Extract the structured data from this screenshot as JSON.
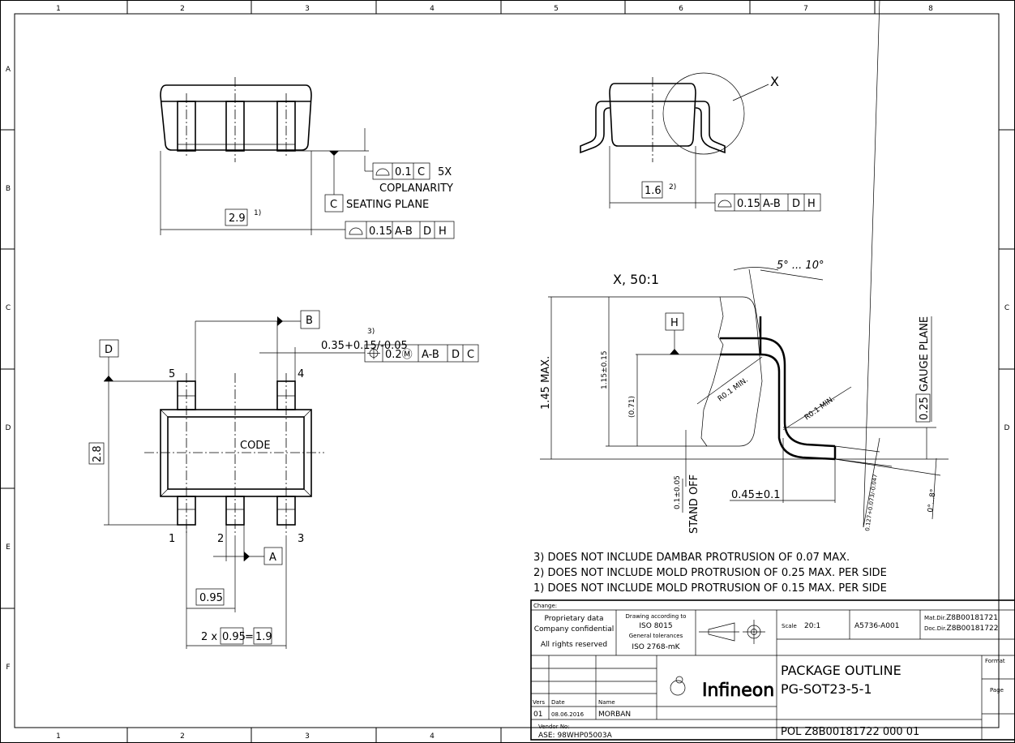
{
  "frame": {
    "columns": [
      "1",
      "2",
      "3",
      "4",
      "5",
      "6",
      "7",
      "8"
    ],
    "rows": [
      "A",
      "B",
      "C",
      "D",
      "E",
      "F"
    ],
    "right_rows": [
      "C",
      "D"
    ]
  },
  "top_view": {
    "width_dim": "2.9",
    "width_note": "1)",
    "coplanarity_tol": "0.1",
    "coplanarity_datum": "C",
    "coplanarity_count": "5X",
    "coplanarity_label": "COPLANARITY",
    "seating_datum": "C",
    "seating_label": "SEATING PLANE",
    "profile_fcf": [
      "0.15",
      "A-B",
      "D",
      "H"
    ]
  },
  "side_view": {
    "detail_label": "X",
    "width_dim": "1.6",
    "width_note": "2)",
    "profile_fcf": [
      "0.15",
      "A-B",
      "D",
      "H"
    ]
  },
  "detail_view": {
    "title": "X, 50:1",
    "angle_top": "5° ... 10°",
    "datum_h": "H",
    "height_max": "1.45 MAX.",
    "body_height": "1.15±0.15",
    "lead_height": "(0.71)",
    "radius_1": "R0.1 MIN.",
    "radius_2": "R0.1 MIN.",
    "gauge_value": "0.25",
    "gauge_label": "GAUGE PLANE",
    "standoff_value": "0.1±0.05",
    "standoff_label": "STAND OFF",
    "foot_length": "0.45±0.1",
    "lead_thickness": "0.127+0.073/-0.047",
    "foot_angle": "0°...8°"
  },
  "bottom_view": {
    "datum_d": "D",
    "datum_b": "B",
    "datum_a": "A",
    "pins": [
      "1",
      "2",
      "3",
      "4",
      "5"
    ],
    "marking": "CODE",
    "height_dim": "2.8",
    "lead_width": "0.35+0.15/-0.05",
    "lead_note": "3)",
    "position_fcf": [
      "0.2Ⓜ",
      "A-B",
      "D",
      "C"
    ],
    "pitch": "0.95",
    "pitch_prefix": "2 x",
    "pitch_repeat": "0.95",
    "pitch_equals": "=",
    "pitch_total": "1.9"
  },
  "notes": [
    "3) DOES NOT INCLUDE DAMBAR PROTRUSION OF 0.07 MAX.",
    "2) DOES NOT INCLUDE MOLD PROTRUSION OF 0.25 MAX. PER SIDE",
    "1) DOES NOT INCLUDE MOLD PROTRUSION OF 0.15 MAX. PER SIDE"
  ],
  "title_block": {
    "change_label": "Change:",
    "proprietary": [
      "Proprietary data",
      "Company confidential",
      "All rights reserved"
    ],
    "drawing_according": "Drawing according to",
    "iso_8015": "ISO 8015",
    "general_tolerances": "General tolerances",
    "iso_2768": "ISO 2768-mK",
    "scale_label": "Scale",
    "scale_value": "20:1",
    "drawing_code": "A5736-A001",
    "mat_dir_label": "Mat.Dir.",
    "mat_dir_value": "Z8B00181721",
    "doc_dir_label": "Doc.Dir.",
    "doc_dir_value": "Z8B00181722",
    "title_line1": "PACKAGE OUTLINE",
    "title_line2": "PG-SOT23-5-1",
    "format_label": "Format",
    "page_label": "Page",
    "vers_label": "Vers",
    "date_label": "Date",
    "name_label": "Name",
    "version": "01",
    "date": "08.06.2016",
    "name": "MORBAN",
    "vendor_label": "Vendor No:",
    "vendor_value": "ASE: 98WHP05003A",
    "pol_number": "POL Z8B00181722 000 01",
    "logo_text": "Infineon"
  }
}
